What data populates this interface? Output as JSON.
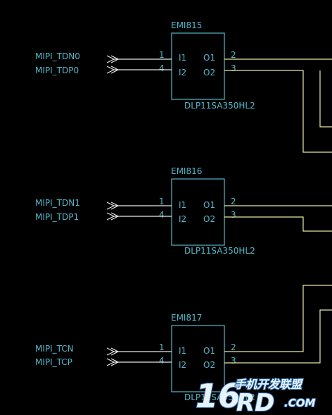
{
  "components": [
    {
      "refdes": "EMI815",
      "part": "DLP11SA350HL2",
      "pins": {
        "in1_num": "1",
        "in2_num": "4",
        "out1_num": "2",
        "out2_num": "3",
        "in1": "I1",
        "in2": "I2",
        "out1": "O1",
        "out2": "O2"
      },
      "nets": [
        "MIPI_TDN0",
        "MIPI_TDP0"
      ]
    },
    {
      "refdes": "EMI816",
      "part": "DLP11SA350HL2",
      "pins": {
        "in1_num": "1",
        "in2_num": "4",
        "out1_num": "2",
        "out2_num": "3",
        "in1": "I1",
        "in2": "I2",
        "out1": "O1",
        "out2": "O2"
      },
      "nets": [
        "MIPI_TDN1",
        "MIPI_TDP1"
      ]
    },
    {
      "refdes": "EMI817",
      "part": "DLP11SA350HL2",
      "pins": {
        "in1_num": "1",
        "in2_num": "4",
        "out1_num": "2",
        "out2_num": "3",
        "in1": "I1",
        "in2": "I2",
        "out1": "O1",
        "out2": "O2"
      },
      "nets": [
        "MIPI_TCN",
        "MIPI_TCP"
      ]
    }
  ],
  "watermark": {
    "number": "16",
    "chinese": "手机开发联盟",
    "rd": "RD",
    "com": ".COM"
  },
  "colors": {
    "symbol": "#56b7c9",
    "wire": "#e8e8a8",
    "background": "#000000"
  }
}
